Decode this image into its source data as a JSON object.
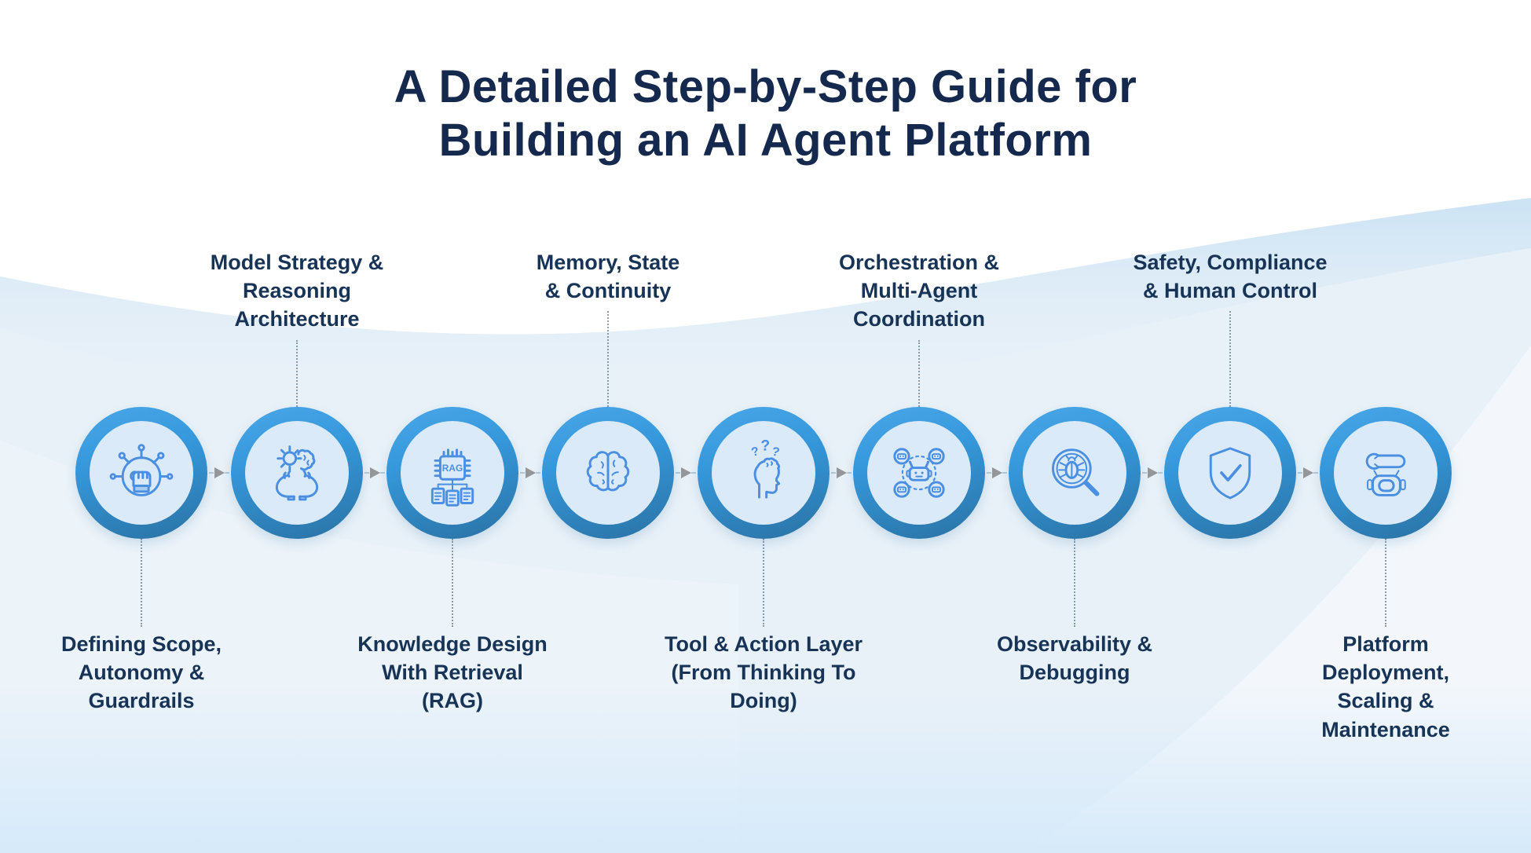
{
  "title": {
    "lines": [
      "A Detailed Step-by-Step Guide for",
      "Building an AI Agent Platform"
    ]
  },
  "steps": [
    {
      "id": 1,
      "position": "bottom",
      "icon": "fist-network-icon",
      "label": [
        "Defining Scope,",
        "Autonomy &",
        "Guardrails"
      ]
    },
    {
      "id": 2,
      "position": "top",
      "icon": "hands-gear-brain-icon",
      "label": [
        "Model Strategy &",
        "Reasoning",
        "Architecture"
      ]
    },
    {
      "id": 3,
      "position": "bottom",
      "icon": "rag-chip-icon",
      "label": [
        "Knowledge Design",
        "With Retrieval",
        "(RAG)"
      ]
    },
    {
      "id": 4,
      "position": "top",
      "icon": "brain-icon",
      "label": [
        "Memory, State",
        "& Continuity"
      ]
    },
    {
      "id": 5,
      "position": "bottom",
      "icon": "thinking-head-icon",
      "label": [
        "Tool & Action Layer",
        "(From Thinking To",
        "Doing)"
      ]
    },
    {
      "id": 6,
      "position": "top",
      "icon": "multi-agent-icon",
      "label": [
        "Orchestration &",
        "Multi-Agent",
        "Coordination"
      ]
    },
    {
      "id": 7,
      "position": "bottom",
      "icon": "bug-magnifier-icon",
      "label": [
        "Observability &",
        "Debugging"
      ]
    },
    {
      "id": 8,
      "position": "top",
      "icon": "shield-check-icon",
      "label": [
        "Safety, Compliance",
        "& Human Control"
      ]
    },
    {
      "id": 9,
      "position": "bottom",
      "icon": "wrench-robot-icon",
      "label": [
        "Platform",
        "Deployment,",
        "Scaling &",
        "Maintenance"
      ]
    }
  ],
  "chip_text": "RAG",
  "colors": {
    "title_text": "#14294d",
    "label_text": "#173356",
    "ring_gradient_top": "#4aa7e9",
    "ring_gradient_bottom": "#2a72a4",
    "circle_fill": "#dbeaf8",
    "icon_stroke": "#4a8fe2",
    "arrow_gray": "#95979a",
    "band_blue": "#cbe3f4",
    "main_area_blue": "#e9f1f8",
    "bottom_fade_blue": "#d6eafa"
  }
}
